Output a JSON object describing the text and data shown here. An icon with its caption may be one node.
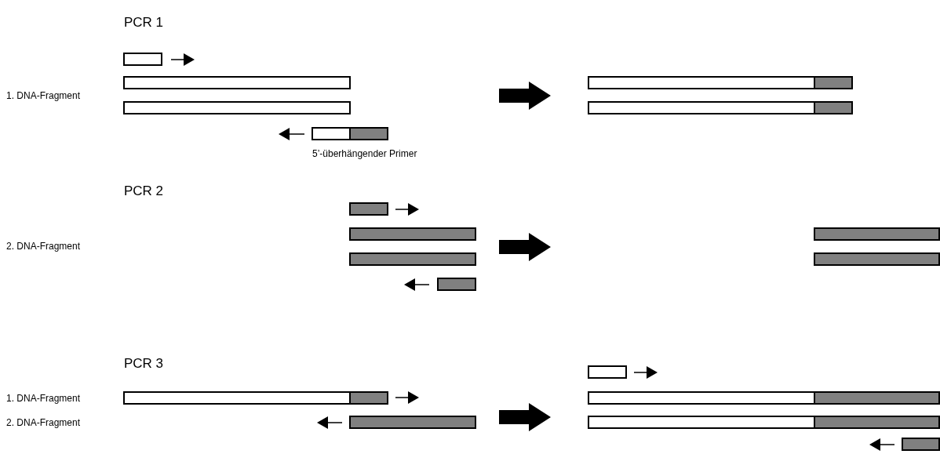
{
  "diagram": {
    "labels": [
      "PCR 1",
      "1. DNA-Fragment",
      "5’-überhängender Primer",
      "PCR 2",
      "2. DNA-Fragment",
      "PCR 3",
      "1. DNA-Fragment",
      "2. DNA-Fragment"
    ]
  }
}
